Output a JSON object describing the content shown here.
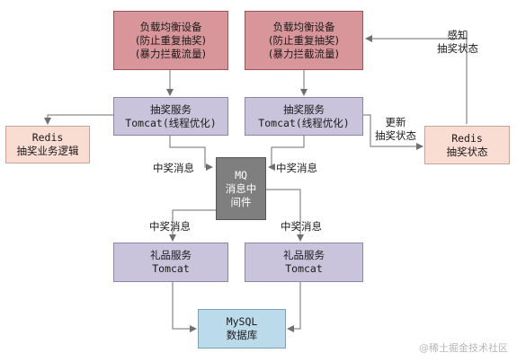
{
  "nodes": {
    "lb_left": {
      "lines": [
        "负载均衡设备",
        "(防止重复抽奖)",
        "(暴力拦截流量)"
      ]
    },
    "lb_right": {
      "lines": [
        "负载均衡设备",
        "(防止重复抽奖)",
        "(暴力拦截流量)"
      ]
    },
    "svc_left": {
      "lines": [
        "抽奖服务",
        "Tomcat(线程优化)"
      ]
    },
    "svc_right": {
      "lines": [
        "抽奖服务",
        "Tomcat(线程优化)"
      ]
    },
    "redis_left": {
      "lines": [
        "Redis",
        "抽奖业务逻辑"
      ]
    },
    "redis_right": {
      "lines": [
        "Redis",
        "抽奖状态"
      ]
    },
    "mq": {
      "lines": [
        "MQ",
        "消息中",
        "间件"
      ]
    },
    "gift_left": {
      "lines": [
        "礼品服务",
        "Tomcat"
      ]
    },
    "gift_right": {
      "lines": [
        "礼品服务",
        "Tomcat"
      ]
    },
    "mysql": {
      "lines": [
        "MySQL",
        "数据库"
      ]
    }
  },
  "labels": {
    "sense": [
      "感知",
      "抽奖状态"
    ],
    "update": [
      "更新",
      "抽奖状态"
    ],
    "win_msg_top_left": "中奖消息",
    "win_msg_top_right": "中奖消息",
    "win_msg_bottom_left": "中奖消息",
    "win_msg_bottom_right": "中奖消息"
  },
  "watermark": "@稀土掘金技术社区",
  "colors": {
    "line": "#6f6f6f",
    "lb_fill": "#d9969a",
    "service_fill": "#c9c4db",
    "redis_fill": "#f9dcd2",
    "mq_fill": "#7f7f7f",
    "db_fill": "#bcdbea"
  }
}
